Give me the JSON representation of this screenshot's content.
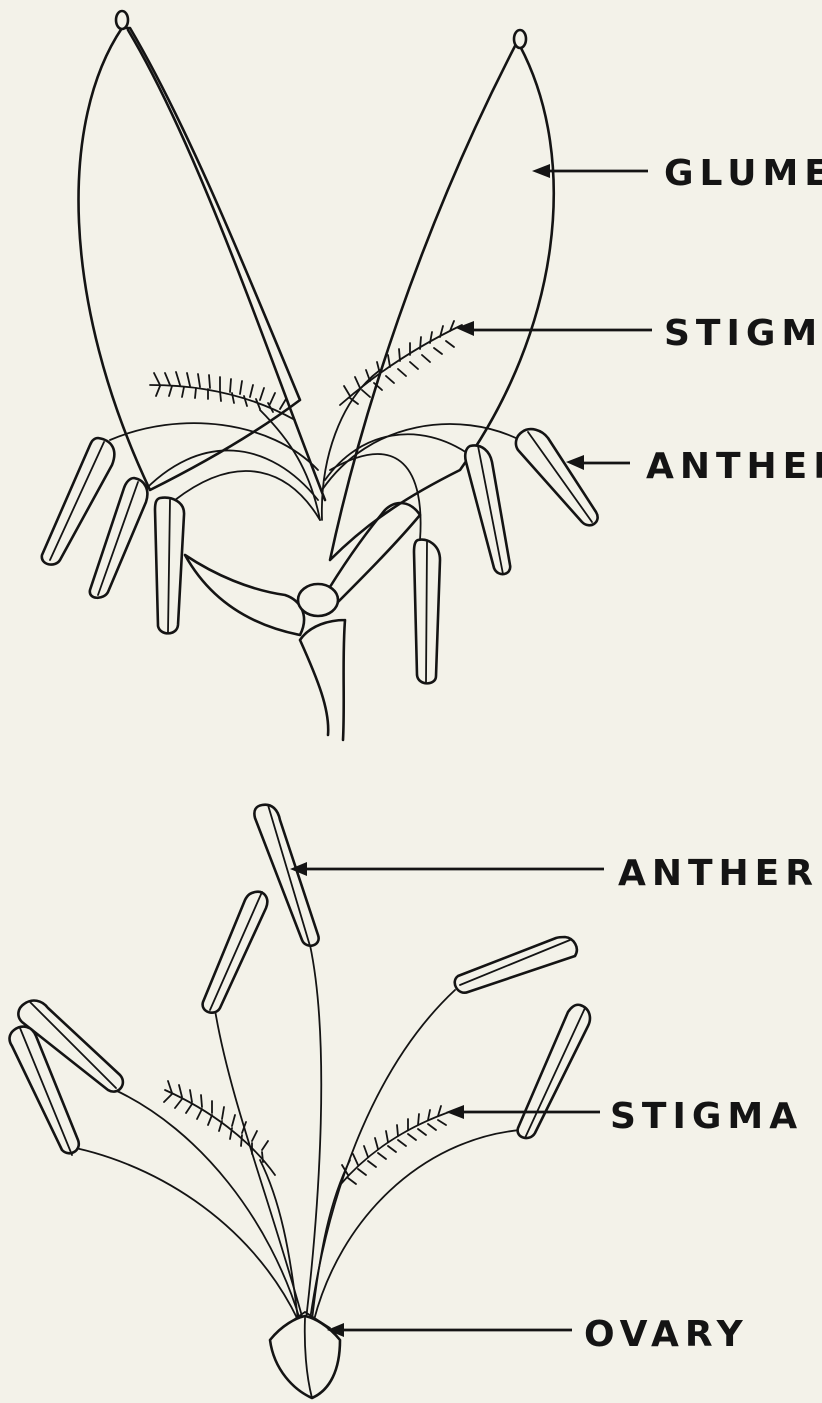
{
  "labels": {
    "top_glume": "GLUME",
    "top_stigma": "STIGMA",
    "top_anther": "ANTHER",
    "bottom_anther": "ANTHER",
    "bottom_stigma": "STIGMA",
    "bottom_ovary": "OVARY"
  },
  "colors": {
    "paper": "#f3f2e9",
    "ink": "#141414"
  }
}
